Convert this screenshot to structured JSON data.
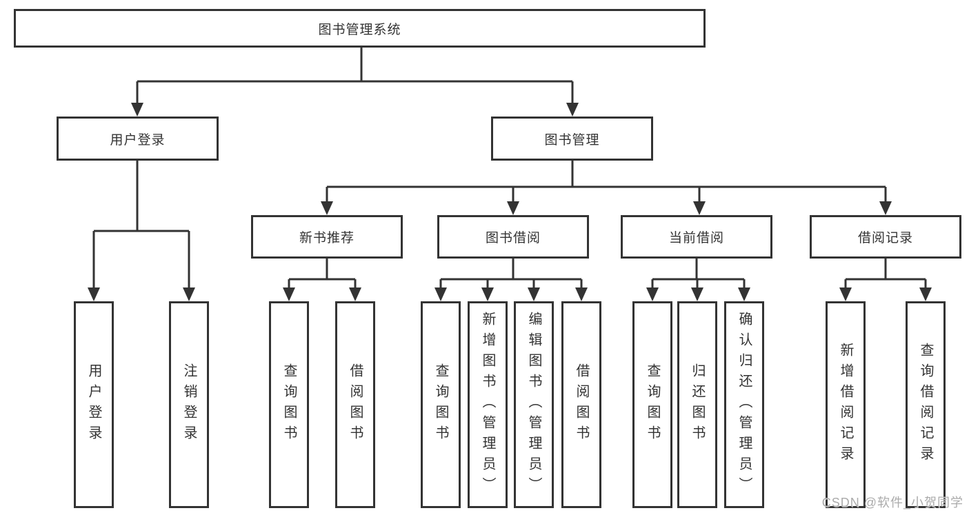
{
  "diagram": {
    "title": {
      "label": "图书管理系统"
    },
    "level2": [
      {
        "label": "用户登录"
      },
      {
        "label": "图书管理"
      }
    ],
    "level3": [
      {
        "label": "新书推荐"
      },
      {
        "label": "图书借阅"
      },
      {
        "label": "当前借阅"
      },
      {
        "label": "借阅记录"
      }
    ],
    "leaves": {
      "user": [
        {
          "label": "用户登录"
        },
        {
          "label": "注销登录"
        }
      ],
      "recommend": [
        {
          "label": "查询图书"
        },
        {
          "label": "借阅图书"
        }
      ],
      "borrow": [
        {
          "label": "查询图书"
        },
        {
          "label": "新增图书（管理员）"
        },
        {
          "label": "编辑图书（管理员）"
        },
        {
          "label": "借阅图书"
        }
      ],
      "current": [
        {
          "label": "查询图书"
        },
        {
          "label": "归还图书"
        },
        {
          "label": "确认归还（管理员）"
        }
      ],
      "records": [
        {
          "label": "新增借阅记录"
        },
        {
          "label": "查询借阅记录"
        }
      ]
    },
    "watermark": "CSDN @软件_小贺同学",
    "colors": {
      "stroke": "#333333",
      "text": "#333333",
      "watermark": "#ababab",
      "background": "#ffffff"
    }
  }
}
